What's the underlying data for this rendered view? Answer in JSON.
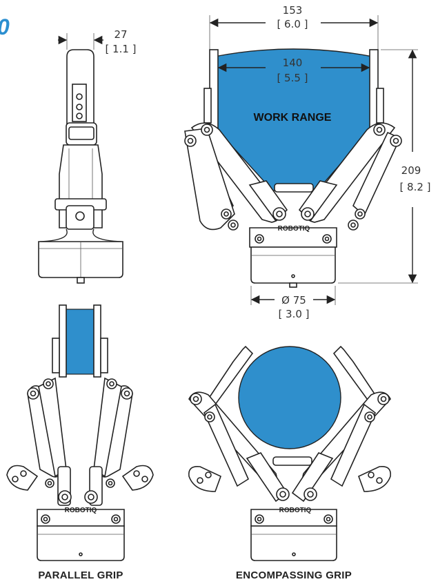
{
  "colors": {
    "accent": "#2c8fd0",
    "fill": "#2f8fcc",
    "line": "#222222",
    "text": "#333333"
  },
  "header": {
    "mark": "0"
  },
  "top_side": {
    "dim_width": "27",
    "dim_width_in": "[ 1.1 ]"
  },
  "top_front": {
    "dim_outer": "153",
    "dim_outer_in": "[ 6.0 ]",
    "dim_inner": "140",
    "dim_inner_in": "[ 5.5 ]",
    "work_range_label": "WORK RANGE",
    "dim_height": "209",
    "dim_height_in": "[ 8.2 ]",
    "dim_diameter": "Ø 75",
    "dim_diameter_in": "[ 3.0 ]",
    "brand": "ROBOTIQ"
  },
  "bottom_left": {
    "brand": "ROBOTIQ",
    "caption": "PARALLEL GRIP"
  },
  "bottom_right": {
    "brand": "ROBOTIQ",
    "caption": "ENCOMPASSING GRIP"
  }
}
